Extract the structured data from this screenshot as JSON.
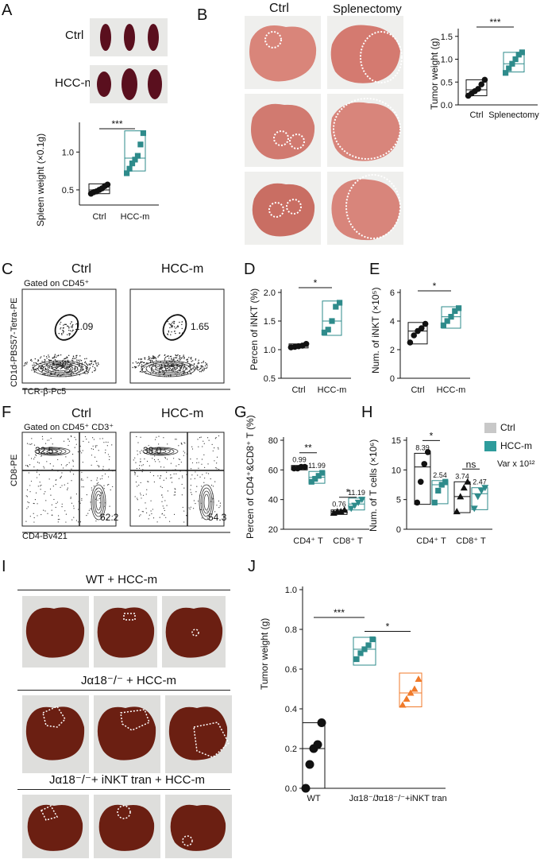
{
  "panels": {
    "A": {
      "letter": "A",
      "row_labels": [
        "Ctrl",
        "HCC-m"
      ],
      "chart": {
        "type": "box",
        "ylabel": "Spleen weight (×0.1g)",
        "yticks": [
          "0.5",
          "1.0"
        ],
        "categories": [
          "Ctrl",
          "HCC-m"
        ],
        "sig": "***"
      }
    },
    "B": {
      "letter": "B",
      "col_labels": [
        "Ctrl",
        "Splenectomy"
      ],
      "chart": {
        "type": "box",
        "ylabel": "Tumor weight (g)",
        "yticks": [
          "0.0",
          "0.5",
          "1.0",
          "1.5"
        ],
        "categories": [
          "Ctrl",
          "Splenectomy"
        ],
        "sig": "***"
      }
    },
    "C": {
      "letter": "C",
      "col_labels": [
        "Ctrl",
        "HCC-m"
      ],
      "gate_text": "Gated on CD45⁺",
      "ylabel": "CD1d-PBS57-Tetra-PE",
      "xlabel": "TCR-β-Pc5",
      "gate_values": [
        "1.09",
        "1.65"
      ]
    },
    "D": {
      "letter": "D",
      "chart": {
        "type": "box",
        "ylabel": "Percen of iNKT (%)",
        "yticks": [
          "0.5",
          "1.0",
          "1.5",
          "2.0"
        ],
        "categories": [
          "Ctrl",
          "HCC-m"
        ],
        "sig": "*"
      }
    },
    "E": {
      "letter": "E",
      "chart": {
        "type": "box",
        "ylabel": "Num. of iNKT (×10⁵)",
        "yticks": [
          "0",
          "2",
          "4",
          "6"
        ],
        "categories": [
          "Ctrl",
          "HCC-m"
        ],
        "sig": "*"
      }
    },
    "F": {
      "letter": "F",
      "col_labels": [
        "Ctrl",
        "HCC-m"
      ],
      "gate_text": "Gated on CD45⁺ CD3⁺",
      "ylabel": "CD8-PE",
      "xlabel": "CD4-Bv421",
      "quadrants": [
        {
          "upper_left": "32.5",
          "lower_right": "62.2"
        },
        {
          "upper_left": "38.0",
          "lower_right": "54.3"
        }
      ]
    },
    "G": {
      "letter": "G",
      "chart": {
        "type": "box",
        "ylabel": "Percen of CD4⁺&CD8⁺ T (%)",
        "yticks": [
          "20",
          "40",
          "60",
          "80"
        ],
        "categories": [
          "CD4⁺ T",
          "CD8⁺ T"
        ],
        "sig": [
          "**",
          "*"
        ],
        "var_labels": [
          "0.99",
          "11.99",
          "0.76",
          "11.19"
        ]
      }
    },
    "H": {
      "letter": "H",
      "chart": {
        "type": "box",
        "ylabel": "Num. of T cells (×10⁶)",
        "yticks": [
          "0",
          "5",
          "10",
          "15"
        ],
        "categories": [
          "CD4⁺ T",
          "CD8⁺ T"
        ],
        "sig": [
          "*",
          "ns"
        ],
        "var_labels": [
          "8.39",
          "2.54",
          "3.74",
          "2.47"
        ],
        "legend": [
          "Ctrl",
          "HCC-m"
        ],
        "var_note": "Var x 10¹²"
      }
    },
    "I": {
      "letter": "I",
      "group_titles": [
        "WT + HCC-m",
        "Jα18⁻/⁻ + HCC-m",
        "Jα18⁻/⁻+ iNKT tran + HCC-m"
      ]
    },
    "J": {
      "letter": "J",
      "chart": {
        "type": "box",
        "ylabel": "Tumor weight (g)",
        "yticks": [
          "0.0",
          "0.2",
          "0.4",
          "0.6",
          "0.8",
          "1.0"
        ],
        "categories": [
          "WT",
          "Jα18⁻/⁻",
          "Jα18⁻/⁻+iNKT tran"
        ],
        "sig": [
          "***",
          "*"
        ]
      }
    }
  },
  "colors": {
    "ctrl": "#111111",
    "treat": "#2e8b8b",
    "orange": "#f07a2a",
    "legend_ctrl": "#c8c8c8",
    "legend_treat": "#2e9c9c"
  },
  "chart_data": [
    {
      "type": "scatter",
      "panel": "A",
      "categories": [
        "Ctrl",
        "HCC-m"
      ],
      "series": [
        {
          "name": "Ctrl",
          "values": [
            0.45,
            0.47,
            0.48,
            0.5,
            0.52,
            0.55,
            0.57
          ]
        },
        {
          "name": "HCC-m",
          "values": [
            0.72,
            0.78,
            0.85,
            0.9,
            0.95,
            1.1,
            1.25
          ]
        }
      ],
      "box": [
        [
          0.45,
          0.5,
          0.58
        ],
        [
          0.75,
          0.92,
          1.28
        ]
      ],
      "ylim": [
        0.3,
        1.35
      ],
      "ylabel": "Spleen weight (×0.1g)"
    },
    {
      "type": "scatter",
      "panel": "B",
      "categories": [
        "Ctrl",
        "Splenectomy"
      ],
      "series": [
        {
          "name": "Ctrl",
          "values": [
            0.2,
            0.25,
            0.3,
            0.35,
            0.45,
            0.55
          ]
        },
        {
          "name": "Splenectomy",
          "values": [
            0.7,
            0.8,
            0.9,
            1.0,
            1.1,
            1.15
          ]
        }
      ],
      "box": [
        [
          0.2,
          0.33,
          0.55
        ],
        [
          0.72,
          0.9,
          1.15
        ]
      ],
      "ylim": [
        0,
        1.6
      ],
      "ylabel": "Tumor weight (g)"
    },
    {
      "type": "scatter",
      "panel": "D",
      "categories": [
        "Ctrl",
        "HCC-m"
      ],
      "series": [
        {
          "name": "Ctrl",
          "values": [
            1.04,
            1.05,
            1.06,
            1.07,
            1.1
          ]
        },
        {
          "name": "HCC-m",
          "values": [
            1.3,
            1.35,
            1.5,
            1.75,
            1.82
          ]
        }
      ],
      "box": [
        [
          1.03,
          1.06,
          1.1
        ],
        [
          1.25,
          1.5,
          1.85
        ]
      ],
      "ylim": [
        0.5,
        2.0
      ],
      "ylabel": "Percen of iNKT (%)"
    },
    {
      "type": "scatter",
      "panel": "E",
      "categories": [
        "Ctrl",
        "HCC-m"
      ],
      "series": [
        {
          "name": "Ctrl",
          "values": [
            2.5,
            3.0,
            3.3,
            3.5,
            3.8
          ]
        },
        {
          "name": "HCC-m",
          "values": [
            3.7,
            4.0,
            4.3,
            4.7,
            4.9
          ]
        }
      ],
      "box": [
        [
          2.4,
          3.3,
          3.9
        ],
        [
          3.5,
          4.3,
          5.0
        ]
      ],
      "ylim": [
        0,
        6
      ],
      "ylabel": "Num. of iNKT (×10⁵)"
    },
    {
      "type": "scatter",
      "panel": "G",
      "categories": [
        "CD4⁺ T",
        "CD8⁺ T"
      ],
      "series": [
        {
          "name": "Ctrl",
          "values": [
            [
              61,
              61,
              62,
              62
            ],
            [
              31,
              32,
              32,
              33
            ]
          ]
        },
        {
          "name": "HCC-m",
          "values": [
            [
              52,
              54,
              56,
              58
            ],
            [
              34,
              36,
              38,
              40
            ]
          ]
        }
      ],
      "box": [
        [
          [
            60,
            61.5,
            63
          ],
          [
            51,
            55,
            59
          ]
        ],
        [
          [
            30,
            32,
            33
          ],
          [
            33,
            37,
            41
          ]
        ]
      ],
      "ylim": [
        20,
        80
      ],
      "ylabel": "Percen of CD4⁺&CD8⁺ T (%)"
    },
    {
      "type": "scatter",
      "panel": "H",
      "categories": [
        "CD4⁺ T",
        "CD8⁺ T"
      ],
      "series": [
        {
          "name": "Ctrl",
          "values": [
            [
              4.5,
              8.0,
              11.0,
              13.0
            ],
            [
              3.0,
              5.5,
              7.0,
              8.0
            ]
          ]
        },
        {
          "name": "HCC-m",
          "values": [
            [
              4.5,
              6.5,
              7.5,
              8.0
            ],
            [
              3.5,
              5.5,
              6.5,
              7.0
            ]
          ]
        }
      ],
      "box": [
        [
          [
            4.2,
            10.5,
            12.8
          ],
          [
            4.3,
            7.5,
            8.2
          ]
        ],
        [
          [
            2.8,
            5.5,
            8.0
          ],
          [
            3.3,
            6.0,
            7.0
          ]
        ]
      ],
      "ylim": [
        0,
        15
      ],
      "ylabel": "Num. of T cells (×10⁶)"
    },
    {
      "type": "scatter",
      "panel": "J",
      "categories": [
        "WT",
        "Jα18⁻/⁻",
        "Jα18⁻/⁻+iNKT tran"
      ],
      "series": [
        {
          "name": "WT",
          "values": [
            0.0,
            0.12,
            0.2,
            0.22,
            0.33
          ]
        },
        {
          "name": "Jα18⁻/⁻",
          "values": [
            0.65,
            0.68,
            0.7,
            0.72,
            0.75
          ]
        },
        {
          "name": "Jα18⁻/⁻+iNKT tran",
          "values": [
            0.42,
            0.45,
            0.48,
            0.5,
            0.55
          ]
        }
      ],
      "box": [
        [
          0.0,
          0.2,
          0.33
        ],
        [
          0.62,
          0.7,
          0.76
        ],
        [
          0.41,
          0.48,
          0.58
        ]
      ],
      "ylim": [
        0,
        1.0
      ],
      "ylabel": "Tumor weight (g)"
    }
  ]
}
